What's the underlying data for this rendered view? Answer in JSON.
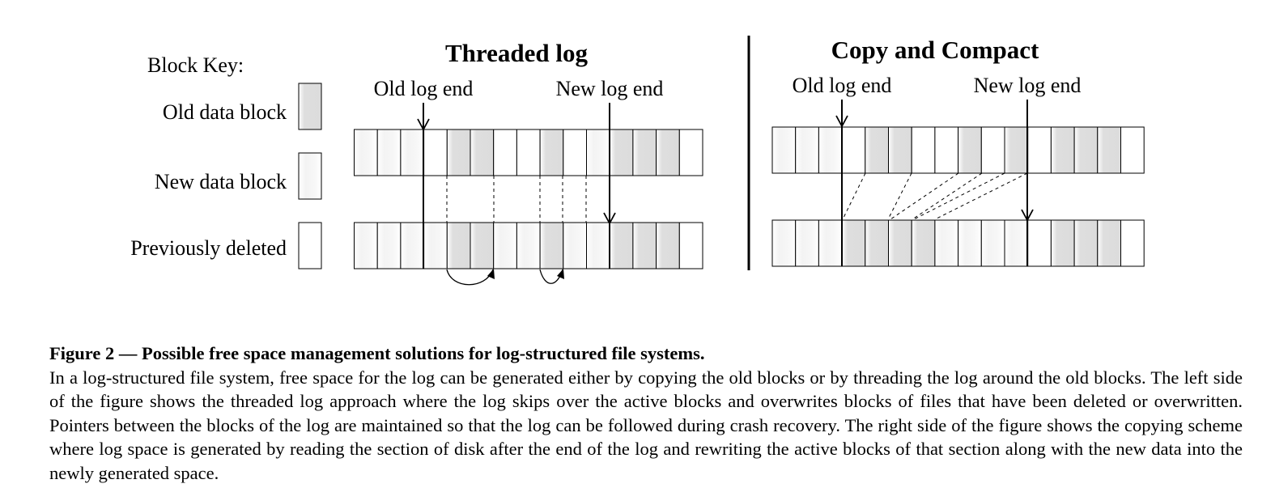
{
  "block_key": {
    "title": "Block Key:",
    "old_label": "Old data block",
    "new_label": "New data block",
    "deleted_label": "Previously deleted"
  },
  "threaded": {
    "title": "Threaded log",
    "old_end_label": "Old log end",
    "new_end_label": "New log end",
    "top_row": [
      "new",
      "new",
      "new",
      "del",
      "old",
      "old",
      "del",
      "del",
      "old",
      "del",
      "new",
      "old",
      "old",
      "old",
      "del"
    ],
    "bottom_row": [
      "new",
      "new",
      "new",
      "new",
      "old",
      "old",
      "new",
      "new",
      "old",
      "new",
      "new",
      "old",
      "old",
      "old",
      "del"
    ]
  },
  "copy": {
    "title": "Copy and Compact",
    "old_end_label": "Old log end",
    "new_end_label": "New log end",
    "top_row": [
      "new",
      "new",
      "new",
      "del",
      "old",
      "old",
      "del",
      "del",
      "old",
      "del",
      "old",
      "del",
      "old",
      "old",
      "old",
      "del"
    ],
    "bottom_row": [
      "new",
      "new",
      "new",
      "old",
      "old",
      "old",
      "old",
      "new",
      "new",
      "new",
      "new",
      "del",
      "old",
      "old",
      "old",
      "del"
    ]
  },
  "caption": {
    "title": "Figure 2 — Possible free space management solutions for log-structured file systems.",
    "body": "In a log-structured file system, free space for the log can be generated either by copying the old blocks or by threading the log around the old blocks. The left side of the figure shows the threaded log approach where the log skips over the active blocks and overwrites blocks of files that have been deleted or overwritten. Pointers between the blocks of the log are maintained so that the log can be followed during crash recovery. The right side of the figure shows the copying scheme where log space is generated by reading the section of disk after the end of the log and rewriting the active blocks of that section along with the new data into the newly generated space."
  }
}
